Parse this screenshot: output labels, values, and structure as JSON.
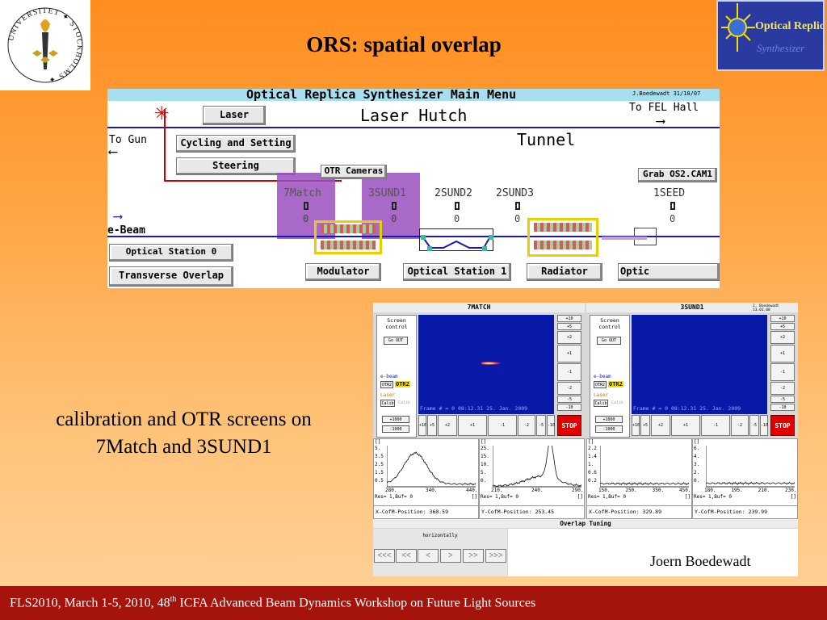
{
  "slide": {
    "title": "ORS: spatial overlap",
    "caption_line1": "calibration and OTR screens on",
    "caption_line2": "7Match and 3SUND1",
    "footer_pre": "FLS2010, March 1-5, 2010, 48",
    "footer_sup": "th",
    "footer_post": " ICFA Advanced Beam Dynamics Workshop on Future Light Sources",
    "author": "Joern Boedewadt",
    "left_logo": {
      "ring_text": "UNIVERSITET STOCKHOLMS",
      "icon": "stockholm-university-seal"
    },
    "right_logo": {
      "text1": "Optical Replica",
      "text2": "Synthesizer",
      "icon": "ors-sun-logo"
    }
  },
  "menu": {
    "header": "Optical Replica Synthesizer Main Menu",
    "author_date": "J.Boedewadt 31/10/07",
    "laser_btn": "Laser",
    "laser_hutch": "Laser Hutch",
    "to_fel": "To FEL Hall",
    "to_gun": "To Gun",
    "cycling_btn": "Cycling and Setting",
    "steering_btn": "Steering",
    "tunnel": "Tunnel",
    "otr_cameras_btn": "OTR Cameras",
    "grab_btn": "Grab OS2.CAM1",
    "stations": [
      {
        "name": "7Match",
        "value": "0"
      },
      {
        "name": "3SUND1",
        "value": "0"
      },
      {
        "name": "2SUND2",
        "value": "0"
      },
      {
        "name": "2SUND3",
        "value": "0"
      },
      {
        "name": "1SEED",
        "value": "0"
      }
    ],
    "ebeam": "e-Beam",
    "optical_station0_btn": "Optical Station 0",
    "transverse_btn": "Transverse Overlap",
    "modulator_btn": "Modulator",
    "optical_station1_btn": "Optical Station 1",
    "radiator_btn": "Radiator",
    "optic_btn": "Optic",
    "colors": {
      "header_bg": "#a8dff0",
      "beam": "#1a1ab0",
      "highlight": "#9a4fc0",
      "magnet_frame": "#e8d000"
    }
  },
  "otr": {
    "left": {
      "title": "7MATCH",
      "screen_control": "Screen\ncontrol",
      "go_out": "Go OUT",
      "ebeam_label": "e-beam",
      "otr_small": "OTR2",
      "otr_big": "OTR2",
      "laser_label": "Laser",
      "calib": "Calib",
      "calib2": "Calib",
      "plus1000": "+1000",
      "minus1000": "-1000",
      "frame_text": "Frame # = 0   08:12.31 25. Jan. 2009",
      "right_steps": [
        "+10",
        "+5",
        "+2",
        "+1",
        "-1",
        "-2",
        "-5",
        "-10"
      ],
      "bottom_steps": [
        "+10",
        "+5",
        "+2",
        "+1",
        "-1",
        "-2",
        "-5",
        "-10"
      ],
      "stop": "STOP"
    },
    "right": {
      "title": "3SUND1",
      "author_date": "J. Boedewadt 13.01.08",
      "screen_control": "Screen\ncontrol",
      "go_out": "Go OUT",
      "ebeam_label": "e-beam",
      "otr_small": "OTR2",
      "otr_big": "OTR2",
      "laser_label": "Laser",
      "calib": "Calib",
      "calib2": "Calib",
      "plus1000": "+1000",
      "minus1000": "-1000",
      "frame_text": "Frame # = 0   08:12.31 25. Jan. 2009",
      "right_steps": [
        "+10",
        "+5",
        "+2",
        "+1",
        "-1",
        "-2",
        "-5",
        "-10"
      ],
      "bottom_steps": [
        "+10",
        "+5",
        "+2",
        "+1",
        "-1",
        "-2",
        "-5",
        "-10"
      ],
      "stop": "STOP"
    },
    "plots": [
      {
        "corner": "[]",
        "yticks": [
          "5.",
          "3.5",
          "2.5",
          "1.5",
          "0.5"
        ],
        "xticks": [
          "280.",
          "340.",
          "440."
        ],
        "res": "Res= 1,Buf= 0",
        "unit": "[]",
        "readout": "X-CofM-Position: 360.59"
      },
      {
        "corner": "[]",
        "yticks": [
          "25.",
          "15.",
          "10.",
          "5.",
          "0."
        ],
        "xticks": [
          "210.",
          "240.",
          "290."
        ],
        "res": "Res= 1,Buf= 0",
        "unit": "[]",
        "readout": "Y-CofM-Position: 253.45"
      },
      {
        "corner": "[]",
        "yticks": [
          "2.2",
          "1.4",
          "1.",
          "0.6",
          "0.2"
        ],
        "xticks": [
          "150.",
          "250.",
          "350.",
          "450."
        ],
        "res": "Res= 1,Buf= 0",
        "unit": "[]",
        "readout": "X-CofM-Position: 329.89"
      },
      {
        "corner": "[]",
        "yticks": [
          "6.",
          "4.",
          "3.",
          "2.",
          "0."
        ],
        "xticks": [
          "180.",
          "195.",
          "210.",
          "230."
        ],
        "res": "Res= 1,Buf= 0",
        "unit": "[]",
        "readout": "Y-CofM-Position: 239.99"
      }
    ],
    "overlap_title": "Overlap Tuning",
    "horizontally": "horizontally",
    "nav": [
      "<<<",
      "<<",
      "<",
      ">",
      ">>",
      ">>>"
    ]
  }
}
